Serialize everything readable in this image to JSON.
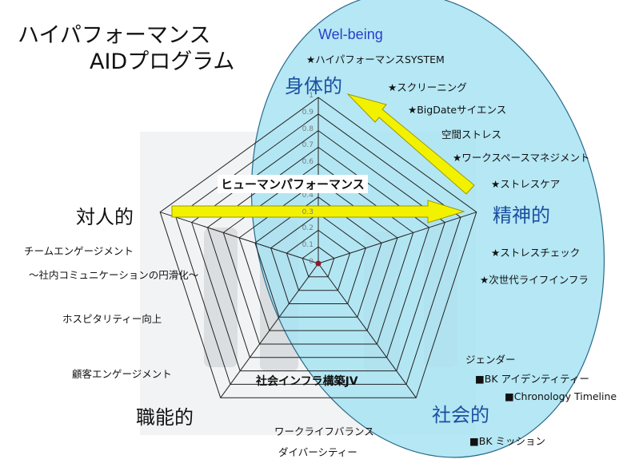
{
  "title": {
    "line1": "ハイパフォーマンス",
    "line2": "AIDプログラム"
  },
  "wellbeing": "Wel-being",
  "axes": {
    "top": "身体的",
    "right": "精神的",
    "bottom_right": "社会的",
    "bottom_left": "職能的",
    "left": "対人的"
  },
  "ticks": [
    "0",
    "0.1",
    "0.2",
    "0.3",
    "0.4",
    "0.5",
    "0.6",
    "0.7",
    "0.8",
    "0.9",
    "1"
  ],
  "center_banner": "ヒューマンパフォーマンス",
  "bottom_banner": "社会インフラ構築JV",
  "right_notes": [
    "★ハイパフォーマンスSYSTEM",
    "★スクリーニング",
    "★BigDateサイエンス",
    "空間ストレス",
    "★ワークスペースマネジメント",
    "★ストレスケア",
    "★ストレスチェック",
    "★次世代ライフインフラ",
    "ジェンダー",
    "■BK アイデンティティー",
    "■Chronology Timeline",
    "■BK ミッション"
  ],
  "left_notes": [
    "チームエンゲージメント",
    "～社内コミュニケーションの円滑化～",
    "ホスピタリティー向上",
    "顧客エンゲージメント"
  ],
  "bottom_notes": [
    "ワークライフバランス",
    "ダイバーシティー"
  ],
  "colors": {
    "ellipse": "#a8e3f2",
    "arrow": "#f2f200",
    "arrow_stroke": "#9a9a00"
  }
}
